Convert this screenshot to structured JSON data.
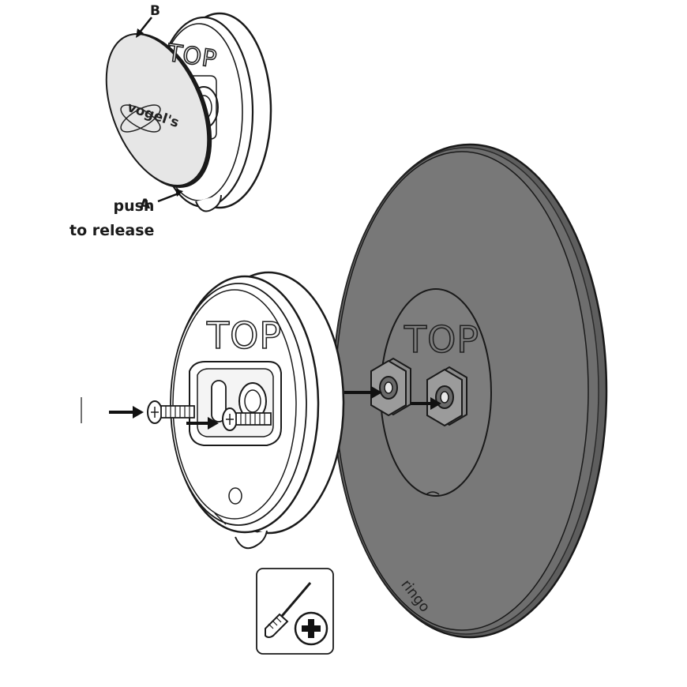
{
  "labels": {
    "label_b": "B",
    "label_a": "A",
    "push_line1": "push",
    "push_line2": "to release"
  },
  "markings": {
    "top_small": "TOP",
    "top_mid": "TOP",
    "top_large": "TOP",
    "brand_small": "vogel's",
    "brand_large": "ringo"
  },
  "tools": [
    "screwdriver-icon",
    "phillips-plus-icon"
  ],
  "colors": {
    "plate_fill": "#737373",
    "inner_plate": "#7d7d7d",
    "outline": "#1a1a1a",
    "cap_fill": "#e6e6e6",
    "background": "#ffffff"
  }
}
